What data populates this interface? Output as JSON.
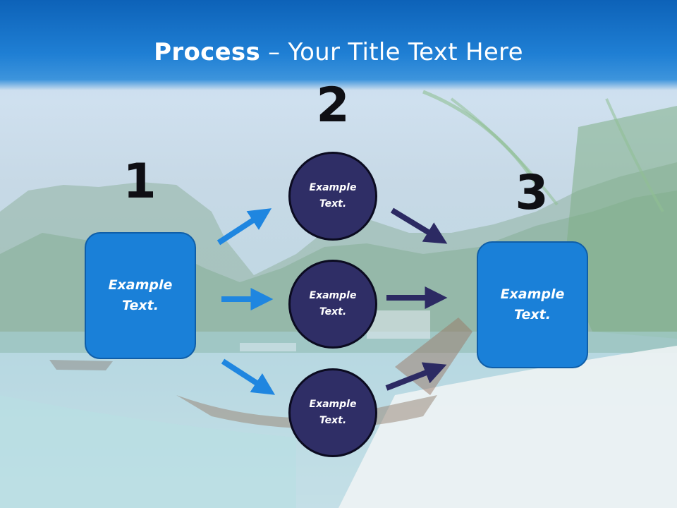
{
  "slide": {
    "title_bold": "Process",
    "title_rest": " – Your Title Text Here"
  },
  "steps": [
    {
      "number": "1",
      "text": "Example Text."
    },
    {
      "number": "2",
      "text": ""
    },
    {
      "number": "3",
      "text": "Example Text."
    }
  ],
  "circles": [
    {
      "text": "Example Text."
    },
    {
      "text": "Example Text."
    },
    {
      "text": "Example Text."
    }
  ],
  "colors": {
    "header": "#1a70c8",
    "box_fill": "#1a80d8",
    "circle_fill": "#2f2e66",
    "arrow_left": "#1f86e0",
    "arrow_right": "#2c2a63",
    "number": "#0f0f14"
  }
}
